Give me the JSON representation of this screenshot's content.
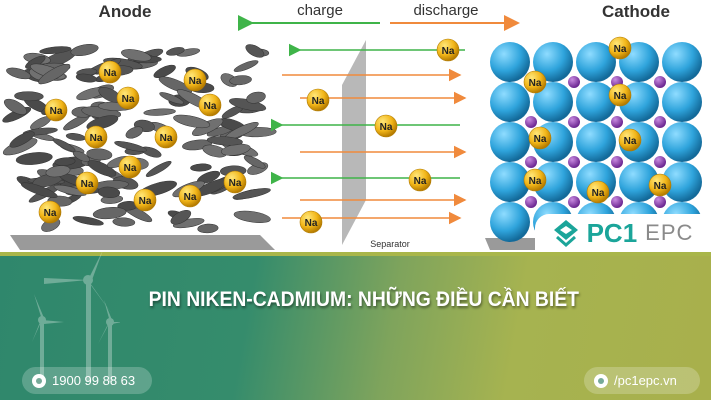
{
  "diagram": {
    "anode_label": "Anode",
    "cathode_label": "Cathode",
    "charge_label": "charge",
    "discharge_label": "discharge",
    "separator_label": "Separator",
    "ion_label": "Na",
    "colors": {
      "charge_arrow": "#3fb449",
      "discharge_arrow": "#f08a3c",
      "ion": "#f2b619",
      "cathode_sphere": "#2fa4dc",
      "cathode_small": "#8a3fb0",
      "anode_flake": "#555555",
      "separator": "#b8b8b8"
    }
  },
  "logo": {
    "brand": "PC1",
    "suffix": "EPC",
    "color": "#1ba59a"
  },
  "banner": {
    "title": "PIN NIKEN-CADMIUM: NHỮNG ĐIỀU CẦN BIẾT",
    "phone": "1900 99 88 63",
    "phone_icon": "phone-icon",
    "website": "/pc1epc.vn",
    "website_icon": "globe-icon"
  }
}
